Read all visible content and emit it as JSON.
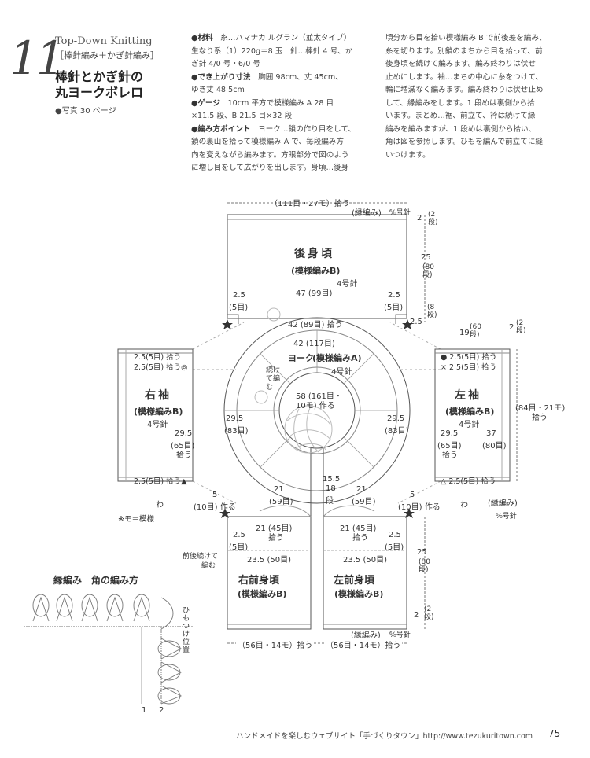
{
  "header": {
    "number": "11",
    "subtitle_en": "Top-Down Knitting",
    "subtitle_jp": "［棒針編み＋かぎ針編み］",
    "title_line1": "棒針とかぎ針の",
    "title_line2": "丸ヨークボレロ",
    "photo": "●写真 30 ページ"
  },
  "body": {
    "col1": [
      {
        "label": "●材料",
        "text": "糸…ハマナカ ルグラン（並太タイプ）"
      },
      {
        "label": "",
        "text": "生なり系（1）220g＝8 玉　針…棒針 4 号、か"
      },
      {
        "label": "",
        "text": "ぎ針 4/0 号・6/0 号"
      },
      {
        "label": "●でき上がり寸法",
        "text": "胸囲 98cm、丈 45cm、"
      },
      {
        "label": "",
        "text": "ゆき丈 48.5cm"
      },
      {
        "label": "●ゲージ",
        "text": "10cm 平方で模様編み A 28 目"
      },
      {
        "label": "",
        "text": "×11.5 段、B 21.5 目×32 段"
      },
      {
        "label": "●編み方ポイント",
        "text": "ヨーク…鎖の作り目をして、"
      },
      {
        "label": "",
        "text": "鎖の裏山を拾って模様編み A で、毎段編み方"
      },
      {
        "label": "",
        "text": "向を変えながら編みます。方眼部分で図のよう"
      },
      {
        "label": "",
        "text": "に増し目をして広がりを出します。身頃…後身"
      }
    ],
    "col2": [
      "頃分から目を拾い模様編み B で前後差を編み、",
      "糸を切ります。別鎖のまちから目を拾って、前",
      "後身頃を続けて編みます。編み終わりは伏せ",
      "止めにします。袖…まちの中心に糸をつけて、",
      "輪に増減なく編みます。編み終わりは伏せ止め",
      "して、縁編みをします。1 段めは裏側から拾",
      "います。まとめ…裾、前立て、衿は続けて縁",
      "編みを編みますが、1 段めは裏側から拾い、",
      "角は図を参照します。ひもを編んで前立てに縫",
      "いつけます。"
    ]
  },
  "diagram": {
    "top_width": "（111目・27モ）拾う",
    "edge_top": "(縁編み)",
    "edge_top_needle": "⁶⁄₀号針",
    "back_title": "後身頃",
    "back_pattern": "(模様編みB)",
    "back_needle": "4号針",
    "back_47": "47 (99目)",
    "back_l25": "2.5",
    "back_l5": "(5目)",
    "back_r25": "2.5",
    "back_r5": "(5目)",
    "back_42": "42 (89目) 拾う",
    "right_2": "2",
    "right_2dan": "(2段)",
    "right_25": "25",
    "right_80": "(80段)",
    "right_8": "(8段)",
    "right_25b": "2.5",
    "yoke_42": "42 (117目)",
    "yoke_title": "ヨーク",
    "yoke_pattern": "(模様編みA)",
    "yoke_needle": "4号針",
    "yoke_note": "続けて編む",
    "yoke_58": "58 (161目・",
    "yoke_10mo": "10モ) 作る",
    "yoke_l295": "29.5",
    "yoke_l83": "(83目)",
    "yoke_r295": "29.5",
    "yoke_r83": "(83目)",
    "yoke_155": "15.5",
    "yoke_18": "18",
    "yoke_dan": "段",
    "yoke_l21": "21",
    "yoke_l59": "(59目)",
    "yoke_r21": "21",
    "yoke_r59": "(59目)",
    "rs_25a": "2.5(5目) 拾う",
    "rs_25b": "2.5(5目) 拾う◎",
    "rs_title": "右袖",
    "rs_pattern": "(模様編みB)",
    "rs_needle": "4号針",
    "rs_295": "29.5",
    "rs_65": "(65目)",
    "rs_pick": "拾う",
    "rs_25c": "2.5(5目) 拾う▲",
    "rs_wa": "わ",
    "rs_mo": "※モ＝模様",
    "ls_25a": "● 2.5(5目) 拾う",
    "ls_25b": "× 2.5(5目) 拾う",
    "ls_title": "左袖",
    "ls_pattern": "(模様編みB)",
    "ls_needle": "4号針",
    "ls_295": "29.5",
    "ls_65": "(65目)",
    "ls_pick": "拾う",
    "ls_37": "37",
    "ls_80": "(80目)",
    "ls_25c": "△ 2.5(5目) 拾う",
    "ls_wa": "わ",
    "ls_edge": "(縁編み)",
    "ls_needle2": "⁶⁄₀号針",
    "ls_19": "19",
    "ls_60": "(60段)",
    "ls_2": "2",
    "ls_2dan": "(2段)",
    "ls_84": "(84目・21モ)",
    "ls_84pick": "拾う",
    "rf_title": "右前身頃",
    "rf_pattern": "(模様編みB)",
    "rf_5": "5",
    "rf_10": "(10目) 作る",
    "rf_21": "21 (45目)",
    "rf_pick": "拾う",
    "rf_25": "2.5",
    "rf_5me": "(5目)",
    "rf_235": "23.5 (50目)",
    "rf_note1": "前後続けて",
    "rf_note2": "編む",
    "lf_title": "左前身頃",
    "lf_pattern": "(模様編みB)",
    "lf_5": "5",
    "lf_10": "(10目) 作る",
    "lf_21": "21 (45目)",
    "lf_pick": "拾う",
    "lf_25": "2.5",
    "lf_5me": "(5目)",
    "lf_235": "23.5 (50目)",
    "lf_r25": "25",
    "lf_r80": "(80段)",
    "lf_r2": "2",
    "lf_r2dan": "(2段)",
    "bottom_edge": "(縁編み)",
    "bottom_needle": "⁶⁄₀号針",
    "bottom_l": "（56目・14モ）拾う",
    "bottom_r": "（56目・14モ）拾う",
    "corner_title": "縁編み　角の編み方",
    "corner_himo": "ひもつけ位置",
    "corner_1": "1",
    "corner_2": "2"
  },
  "footer": {
    "text": "ハンドメイドを楽しむウェブサイト「手づくりタウン」http://www.tezukuritown.com",
    "page": "75"
  }
}
